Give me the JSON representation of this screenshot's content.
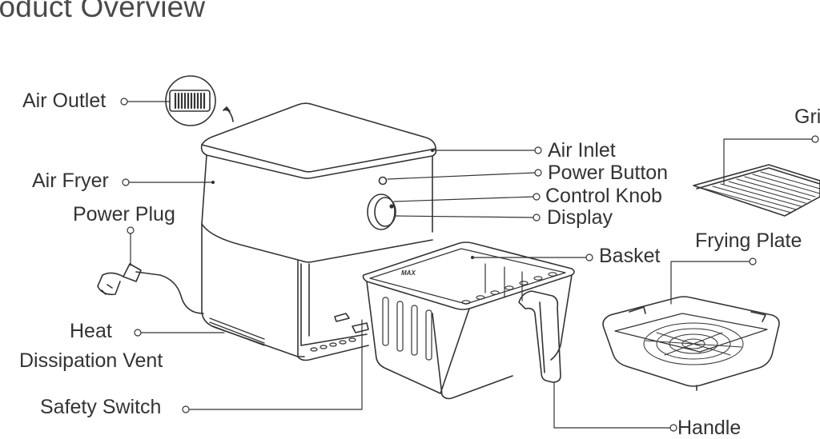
{
  "title": "roduct Overview",
  "labels": {
    "air_outlet": "Air Outlet",
    "air_fryer": "Air Fryer",
    "power_plug": "Power Plug",
    "heat": "Heat",
    "dissipation_vent": "Dissipation Vent",
    "safety_switch": "Safety Switch",
    "air_inlet": "Air Inlet",
    "power_button": "Power Button",
    "control_knob": "Control Knob",
    "display": "Display",
    "basket": "Basket",
    "frying_plate": "Frying Plate",
    "grill": "Gri",
    "handle": "Handle",
    "max_mark": "MAX"
  }
}
